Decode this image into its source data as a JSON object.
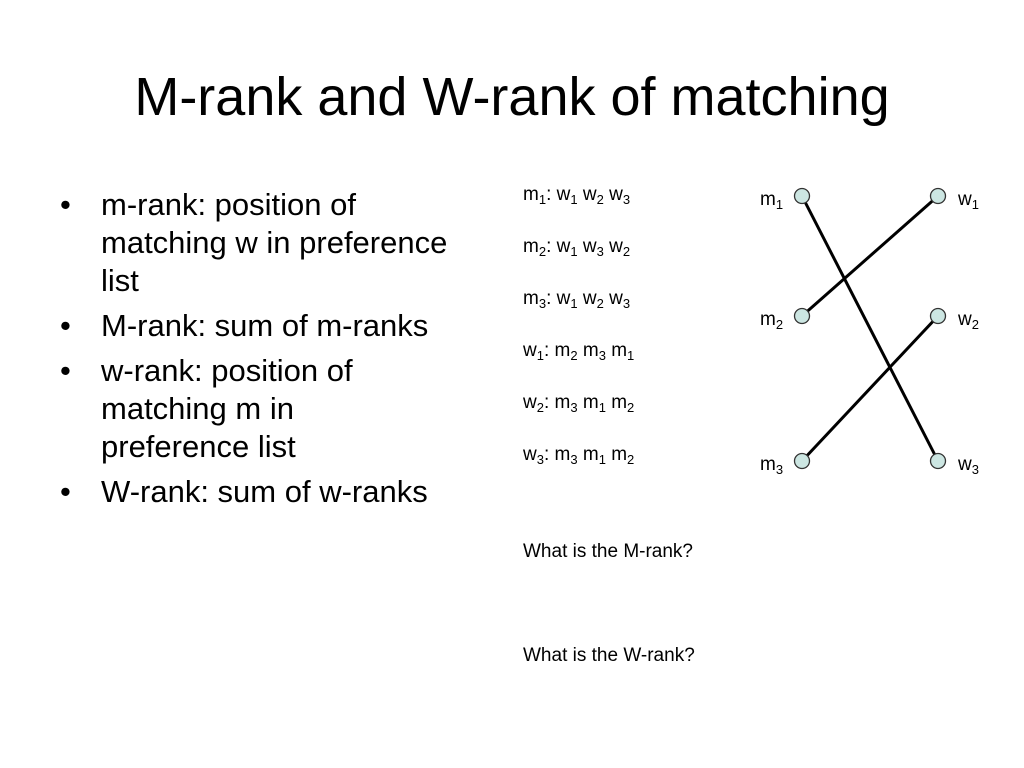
{
  "slide": {
    "title": "M-rank and W-rank of matching"
  },
  "bullets": [
    {
      "bullet": "•",
      "text": "m-rank: position of matching w in preference list"
    },
    {
      "bullet": "•",
      "text": "M-rank: sum of m-ranks"
    },
    {
      "bullet": "•",
      "text": "w-rank: position of matching m in preference list"
    },
    {
      "bullet": "•",
      "text": "W-rank: sum of w-ranks"
    }
  ],
  "preferences": [
    {
      "who": "m",
      "idx": "1",
      "list": [
        [
          "w",
          "1"
        ],
        [
          "w",
          "2"
        ],
        [
          "w",
          "3"
        ]
      ]
    },
    {
      "who": "m",
      "idx": "2",
      "list": [
        [
          "w",
          "1"
        ],
        [
          "w",
          "3"
        ],
        [
          "w",
          "2"
        ]
      ]
    },
    {
      "who": "m",
      "idx": "3",
      "list": [
        [
          "w",
          "1"
        ],
        [
          "w",
          "2"
        ],
        [
          "w",
          "3"
        ]
      ]
    },
    {
      "who": "w",
      "idx": "1",
      "list": [
        [
          "m",
          "2"
        ],
        [
          "m",
          "3"
        ],
        [
          "m",
          "1"
        ]
      ]
    },
    {
      "who": "w",
      "idx": "2",
      "list": [
        [
          "m",
          "3"
        ],
        [
          "m",
          "1"
        ],
        [
          "m",
          "2"
        ]
      ]
    },
    {
      "who": "w",
      "idx": "3",
      "list": [
        [
          "m",
          "3"
        ],
        [
          "m",
          "1"
        ],
        [
          "m",
          "2"
        ]
      ]
    }
  ],
  "questions": {
    "m_rank": "What is the M-rank?",
    "w_rank": "What is the W-rank?"
  },
  "graph": {
    "left_nodes": [
      {
        "letter": "m",
        "idx": "1"
      },
      {
        "letter": "m",
        "idx": "2"
      },
      {
        "letter": "m",
        "idx": "3"
      }
    ],
    "right_nodes": [
      {
        "letter": "w",
        "idx": "1"
      },
      {
        "letter": "w",
        "idx": "2"
      },
      {
        "letter": "w",
        "idx": "3"
      }
    ],
    "matching": [
      {
        "from": "m1",
        "to": "w3"
      },
      {
        "from": "m2",
        "to": "w1"
      },
      {
        "from": "m3",
        "to": "w2"
      }
    ],
    "node_fill": "#cce6e2",
    "node_stroke": "#333333",
    "edge_color": "#000000"
  }
}
